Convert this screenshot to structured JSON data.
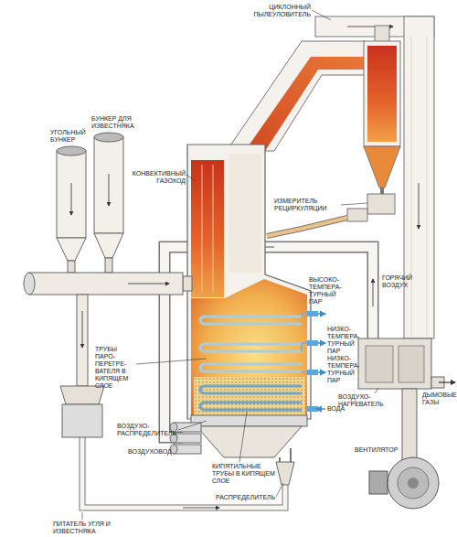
{
  "diagram": {
    "labels": [
      "ЦИКЛОННЫЙ ПЫЛЕУЛОВИТЕЛЬ",
      "КОНВЕКТИВНЫЙ ГАЗОХОД",
      "УГОЛЬНЫЙ БУНКЕР",
      "БУНКЕР ДЛЯ ИЗВЕСТНЯКА",
      "ИЗМЕРИТЕЛЬ РЕЦИРКУЛЯЦИИ",
      "ГОРЯЧИЙ ВОЗДУХ",
      "ВЫСОКО- ТЕМПЕРА- ТУРНЫЙ ПАР",
      "НИЗКО- ТЕМПЕРА- ТУРНЫЙ ПАР",
      "НИЗКО- ТЕМПЕРА- ТУРНЫЙ ПАР",
      "ТРУБЫ ПАРО- ПЕРЕГРЕ- ВАТЕЛЯ В КИПЯЩЕМ СЛОЕ",
      "ВОДА",
      "ВОЗДУХО- РАСПРЕДЕЛИТЕЛЬ",
      "ВОЗДУХОВОД",
      "КИПЯТИЛЬНЫЕ ТРУБЫ В КИПЯЩЕМ СЛОЕ",
      "РАСПРЕДЕЛИТЕЛЬ",
      "ВОЗДУХО- НАГРЕВАТЕЛЬ",
      "ДЫМОВЫЕ ГАЗЫ",
      "ВЕНТИЛЯТОР",
      "ПИТАТЕЛЬ УГЛЯ И ИЗВЕСТНЯКА"
    ]
  }
}
